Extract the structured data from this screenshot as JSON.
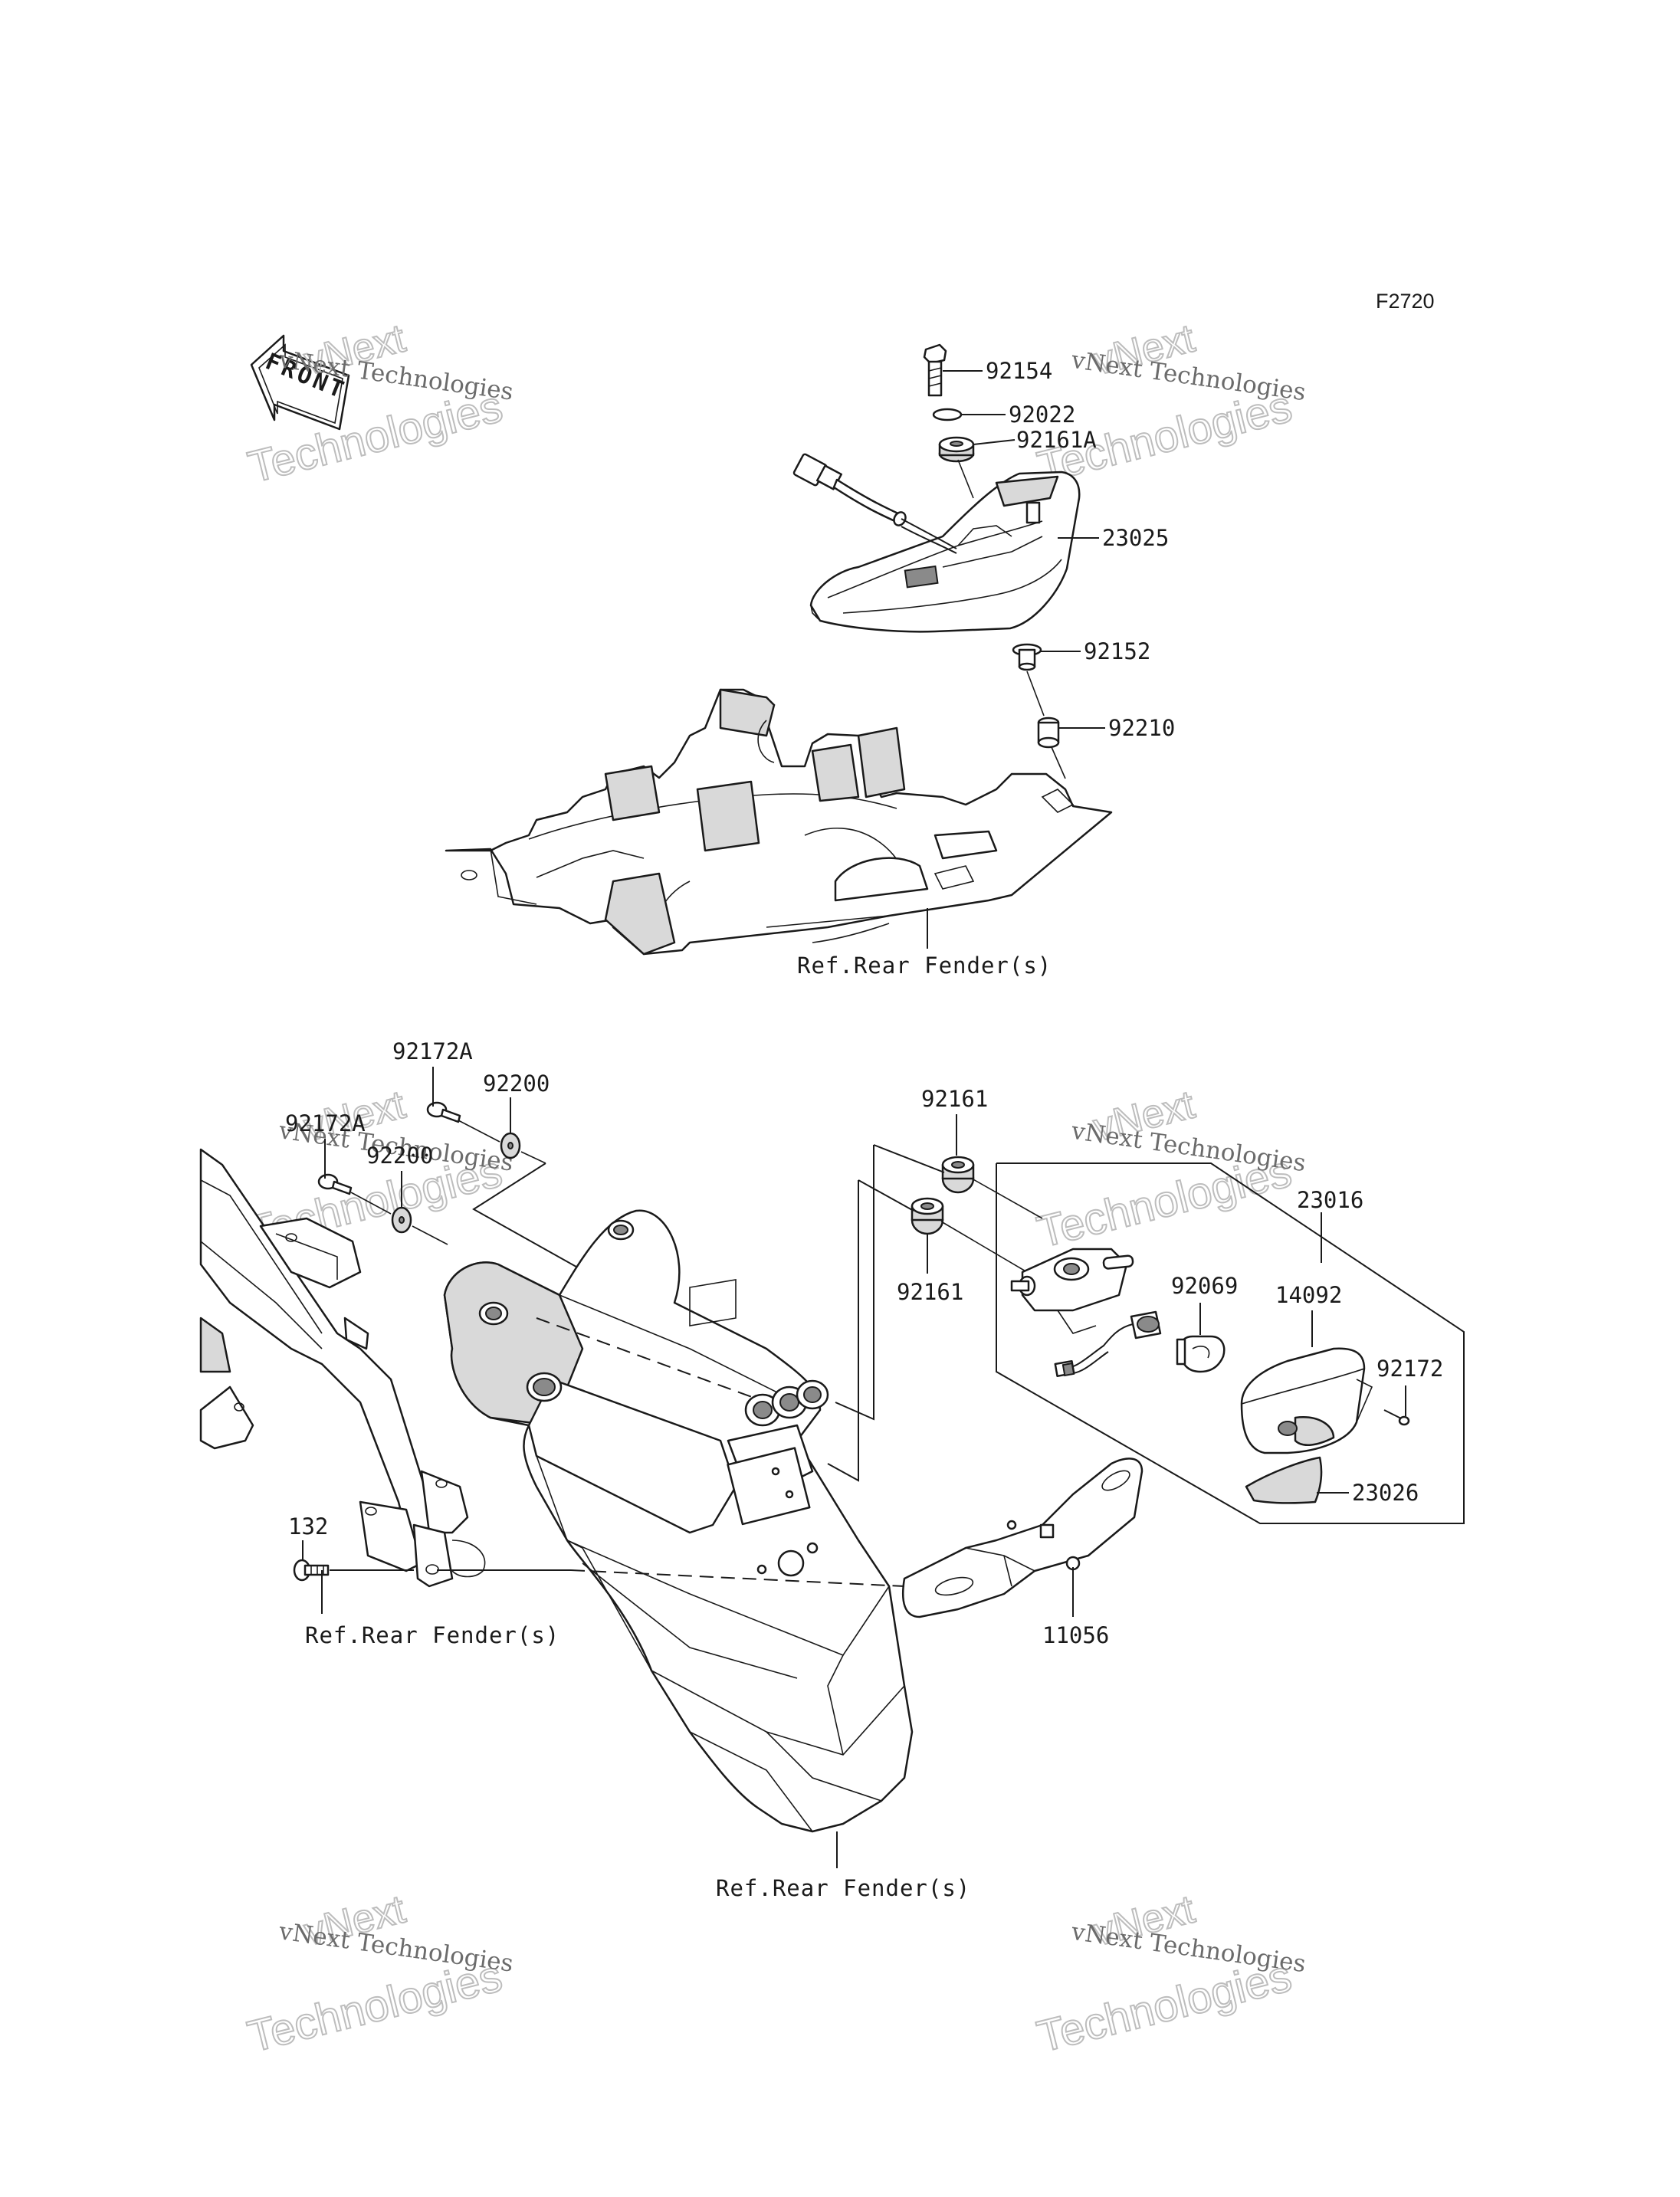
{
  "figure_code": "F2720",
  "front_arrow_label": "FRONT",
  "watermark": {
    "line1": "vNext Technologies",
    "line2": "Technologies",
    "overlay": "vNext"
  },
  "part_labels": {
    "p92154": "92154",
    "p92022": "92022",
    "p92161A": "92161A",
    "p23025": "23025",
    "p92152": "92152",
    "p92210": "92210",
    "p92172A_1": "92172A",
    "p92200_1": "92200",
    "p92172A_2": "92172A",
    "p92200_2": "92200",
    "p92161_top": "92161",
    "p92161_bottom": "92161",
    "p23016": "23016",
    "p92069": "92069",
    "p14092": "14092",
    "p92172": "92172",
    "p23026": "23026",
    "p132": "132",
    "p11056": "11056"
  },
  "references": {
    "ref_top": "Ref.Rear Fender(s)",
    "ref_left": "Ref.Rear Fender(s)",
    "ref_bottom": "Ref.Rear Fender(s)"
  }
}
